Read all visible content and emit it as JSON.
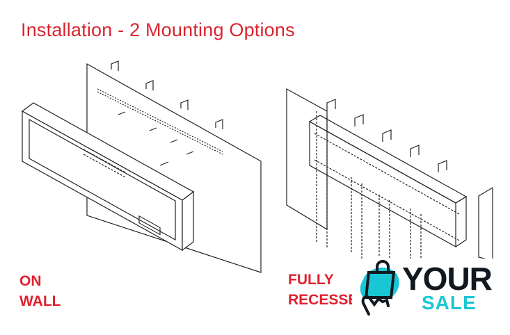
{
  "title": "Installation - 2 Mounting Options",
  "options": [
    {
      "label_line1": "ON",
      "label_line2": "WALL"
    },
    {
      "label_line1": "FULLY",
      "label_line2": "RECESSED"
    }
  ],
  "logo": {
    "word1": "YOUR",
    "word2": "SALE",
    "icon": "shopping-bag-hand-icon"
  },
  "colors": {
    "accent": "#d9252f",
    "logo_dark": "#111820",
    "logo_cyan": "#19c7d4"
  }
}
